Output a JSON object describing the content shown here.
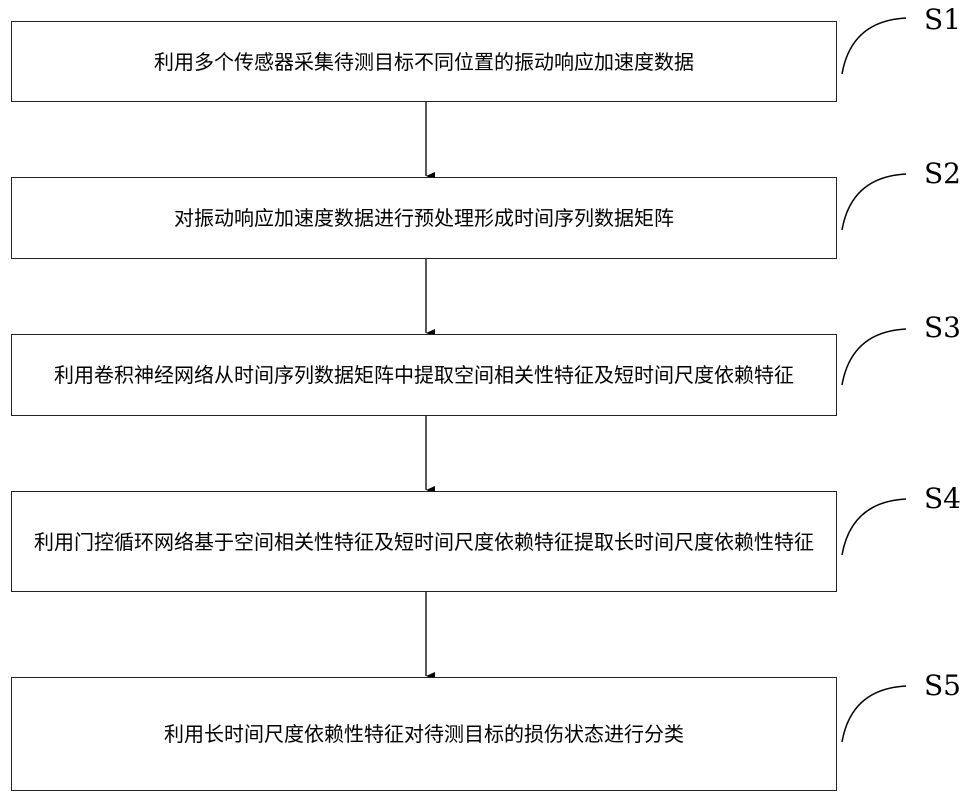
{
  "steps": [
    {
      "id": "S1",
      "text": "利用多个传感器采集待测目标不同位置的振动响应加速度数据"
    },
    {
      "id": "S2",
      "text": "对振动响应加速度数据进行预处理形成时间序列数据矩阵"
    },
    {
      "id": "S3",
      "text": "利用卷积神经网络从时间序列数据矩阵中提取空间相关性特征及短时间尺度依赖特征"
    },
    {
      "id": "S4",
      "text": "利用门控循环网络基于空间相关性特征及短时间尺度依赖特征提取长时间尺度依赖性特征"
    },
    {
      "id": "S5",
      "text": "利用长时间尺度依赖性特征对待测目标的损伤状态进行分类"
    }
  ]
}
